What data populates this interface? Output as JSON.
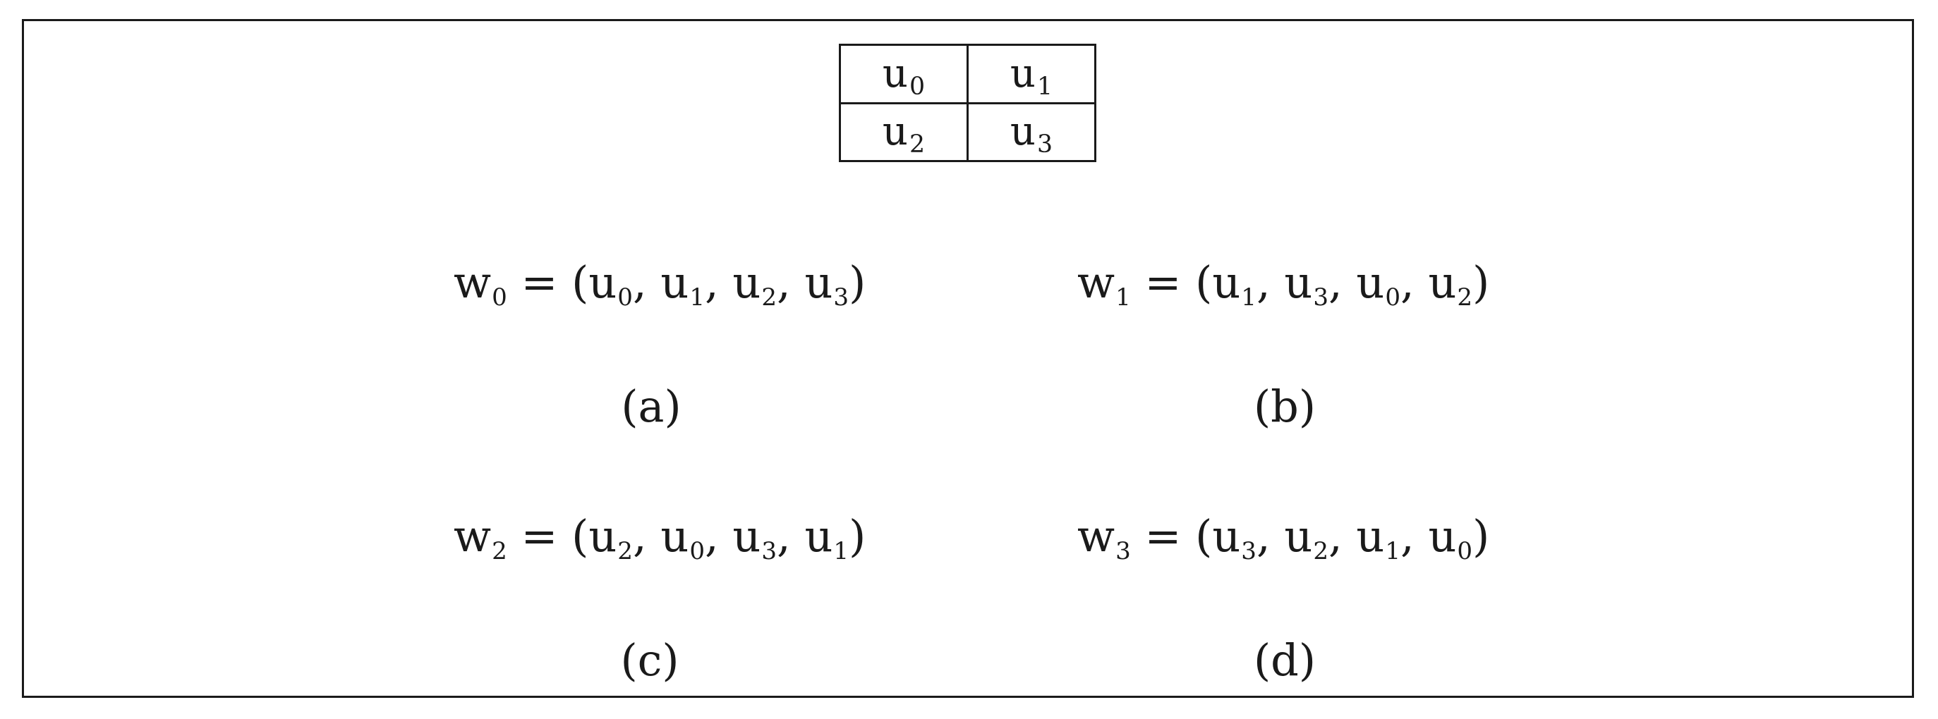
{
  "grid": {
    "cells": [
      [
        {
          "base": "u",
          "sub": "0"
        },
        {
          "base": "u",
          "sub": "1"
        }
      ],
      [
        {
          "base": "u",
          "sub": "2"
        },
        {
          "base": "u",
          "sub": "3"
        }
      ]
    ]
  },
  "equations": {
    "a": {
      "lhs": "w",
      "lhs_sub": "0",
      "terms": [
        {
          "base": "u",
          "sub": "0"
        },
        {
          "base": "u",
          "sub": "1"
        },
        {
          "base": "u",
          "sub": "2"
        },
        {
          "base": "u",
          "sub": "3"
        }
      ],
      "label": "(a)"
    },
    "b": {
      "lhs": "w",
      "lhs_sub": "1",
      "terms": [
        {
          "base": "u",
          "sub": "1"
        },
        {
          "base": "u",
          "sub": "3"
        },
        {
          "base": "u",
          "sub": "0"
        },
        {
          "base": "u",
          "sub": "2"
        }
      ],
      "label": "(b)"
    },
    "c": {
      "lhs": "w",
      "lhs_sub": "2",
      "terms": [
        {
          "base": "u",
          "sub": "2"
        },
        {
          "base": "u",
          "sub": "0"
        },
        {
          "base": "u",
          "sub": "3"
        },
        {
          "base": "u",
          "sub": "1"
        }
      ],
      "label": "(c)"
    },
    "d": {
      "lhs": "w",
      "lhs_sub": "3",
      "terms": [
        {
          "base": "u",
          "sub": "3"
        },
        {
          "base": "u",
          "sub": "2"
        },
        {
          "base": "u",
          "sub": "1"
        },
        {
          "base": "u",
          "sub": "0"
        }
      ],
      "label": "(d)"
    }
  }
}
